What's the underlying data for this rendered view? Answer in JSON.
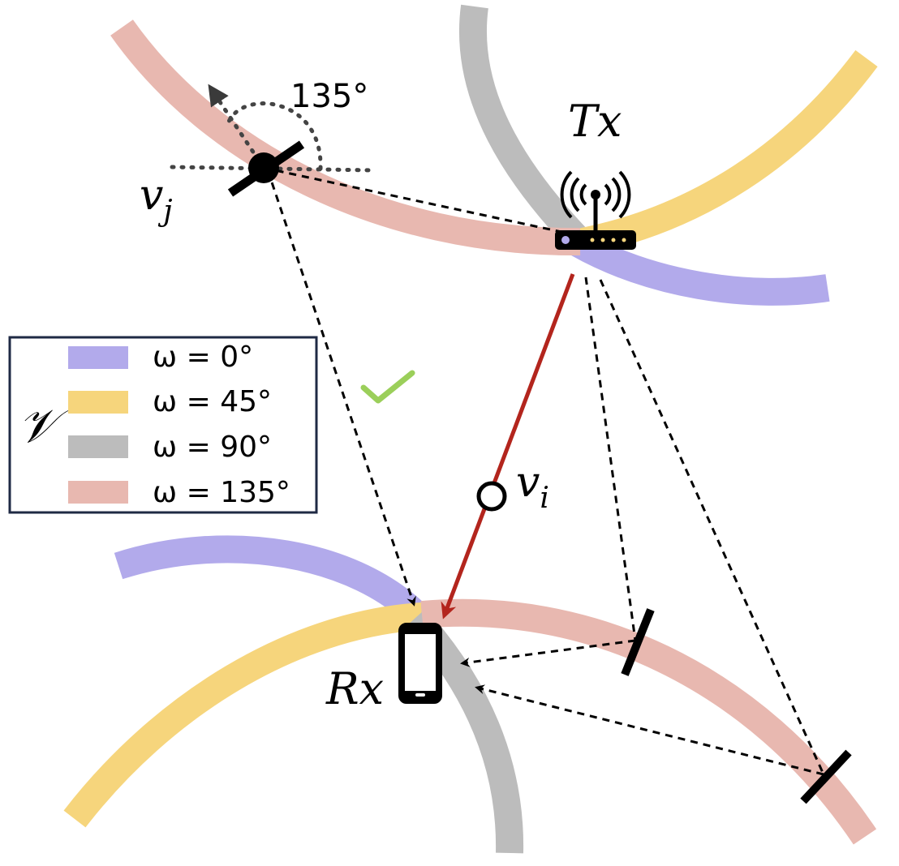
{
  "labels": {
    "tx": "Tx",
    "rx": "Rx",
    "vj": "v",
    "vj_sub": "j",
    "vi": "v",
    "vi_sub": "i",
    "angle": "135°",
    "set_symbol": "𝒱"
  },
  "legend": {
    "items": [
      {
        "label": "ω = 0°",
        "color": "#b2aaeb"
      },
      {
        "label": "ω = 45°",
        "color": "#f6d57c"
      },
      {
        "label": "ω = 90°",
        "color": "#bcbcbc"
      },
      {
        "label": "ω = 135°",
        "color": "#e8b8b0"
      }
    ]
  },
  "colors": {
    "purple": "#b2aaeb",
    "yellow": "#f6d57c",
    "gray": "#bcbcbc",
    "pink": "#e8b8b0",
    "direct_path": "#b3251d",
    "check": "#9bcf5a",
    "legend_border": "#1f2a44"
  },
  "icons": {
    "tx": "wifi-router-icon",
    "rx": "smartphone-icon",
    "check": "checkmark-icon"
  }
}
